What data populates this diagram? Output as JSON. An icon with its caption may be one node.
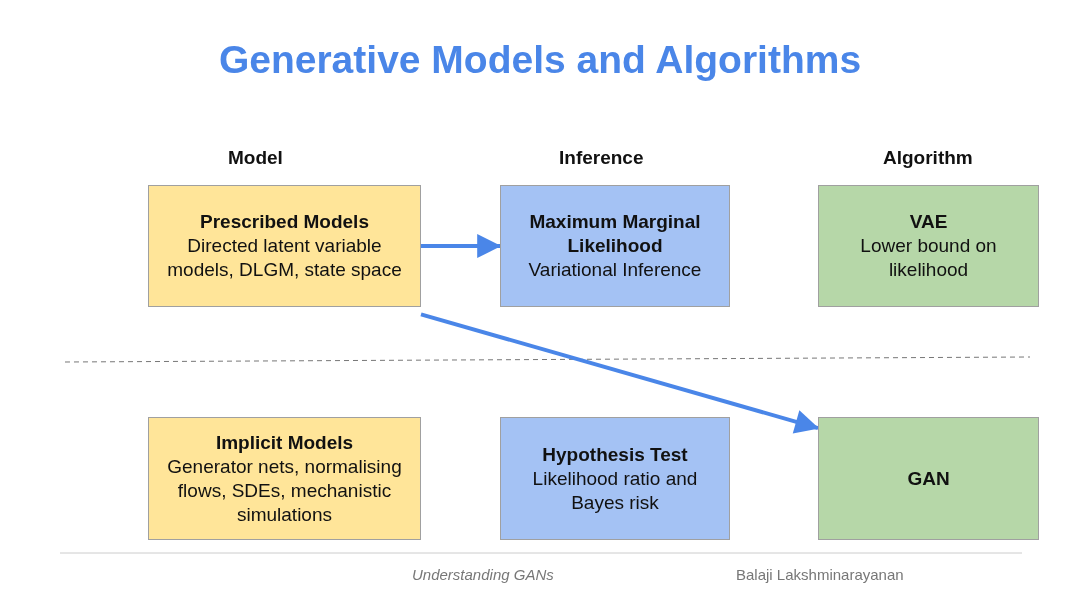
{
  "diagram": {
    "title": "Generative Models and Algorithms",
    "nodes": [
      {
        "text": [
          "Prescribed Models",
          "Directed latent variable models, DLGM, state space"
        ]
      },
      {
        "text": [
          "Maximum Marginal Likelihood",
          "Variational Inference"
        ]
      },
      {
        "text": [
          "VAE",
          "Lower bound on likelihood"
        ]
      },
      {
        "text": [
          "Implicit Models",
          "Generator nets, normalising flows, SDEs, mechanistic simulations"
        ]
      },
      {
        "text": [
          "Hypothesis Test",
          "Likelihood ratio and Bayes risk"
        ]
      },
      {
        "text": [
          "GAN"
        ]
      }
    ],
    "edges": [
      {
        "from": 0,
        "to": 1,
        "arrow": "to"
      },
      {
        "from": 0,
        "to": 5,
        "arrow": "to"
      }
    ],
    "labels": [
      "Model",
      "Inference",
      "Algorithm",
      "Understanding GANs",
      "Balaji Lakshminarayanan"
    ]
  }
}
